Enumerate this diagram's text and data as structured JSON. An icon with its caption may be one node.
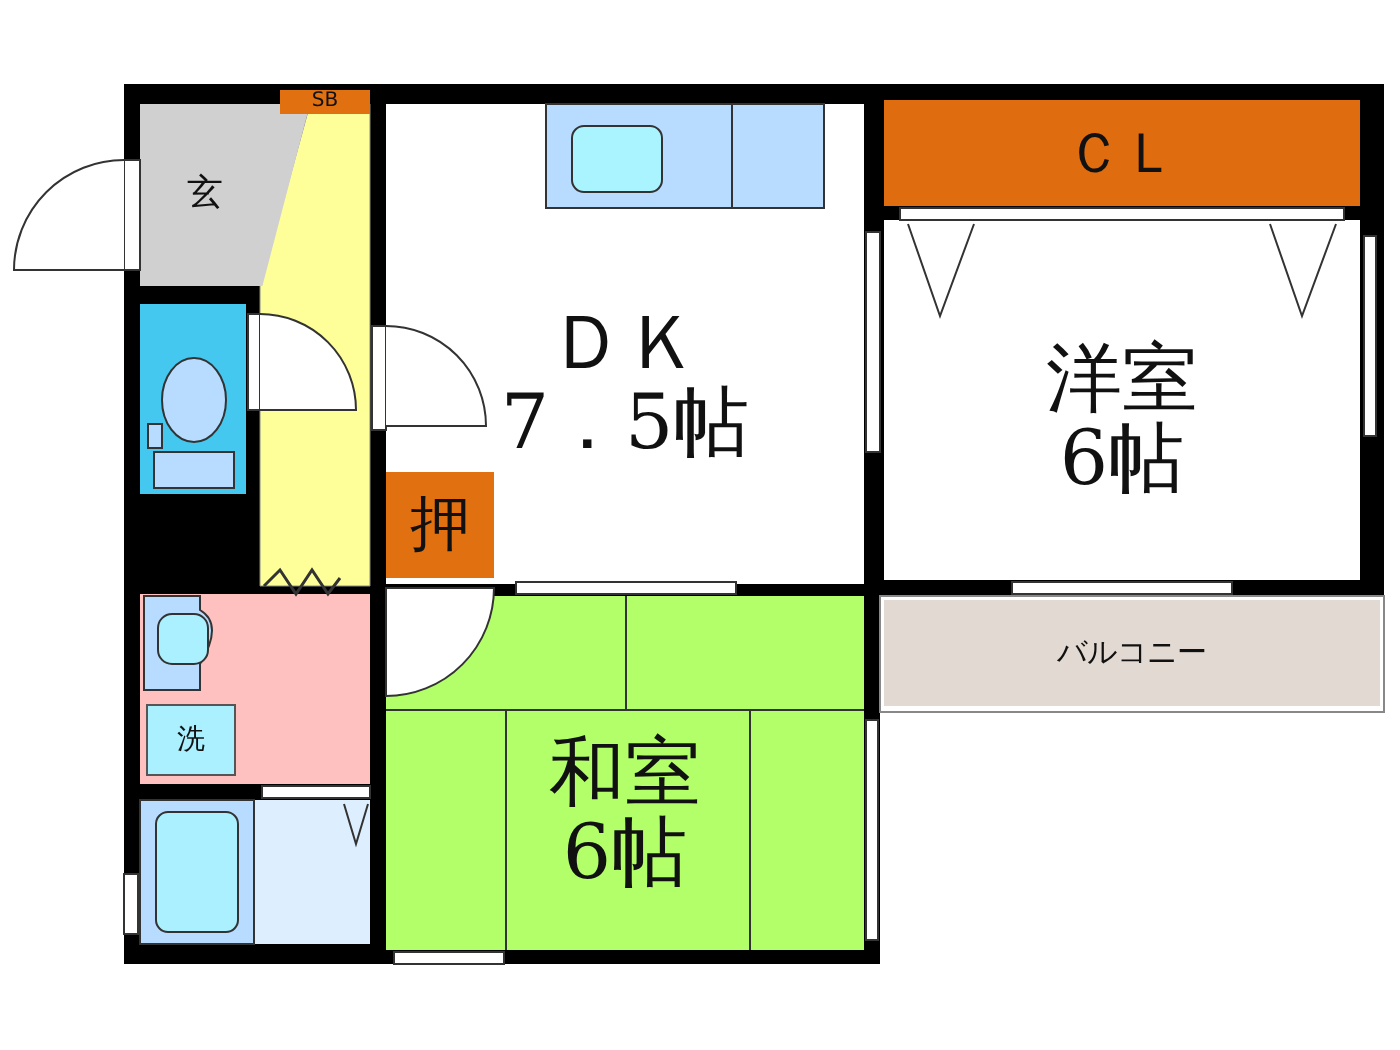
{
  "diagram": {
    "nodes": [
      {
        "text": [
          "玄"
        ]
      },
      {
        "text": [
          "SB"
        ]
      },
      {
        "text": [
          "ＤＫ",
          "7．5帖"
        ]
      },
      {
        "text": [
          "押"
        ],
        "in": 2
      },
      {
        "text": [
          "ＣＬ"
        ]
      },
      {
        "text": [
          "洋室",
          "6帖"
        ]
      },
      {
        "text": [
          "バルコニー"
        ]
      },
      {
        "text": [
          "和室",
          "6帖"
        ]
      },
      {
        "text": [
          "洗"
        ]
      }
    ]
  }
}
